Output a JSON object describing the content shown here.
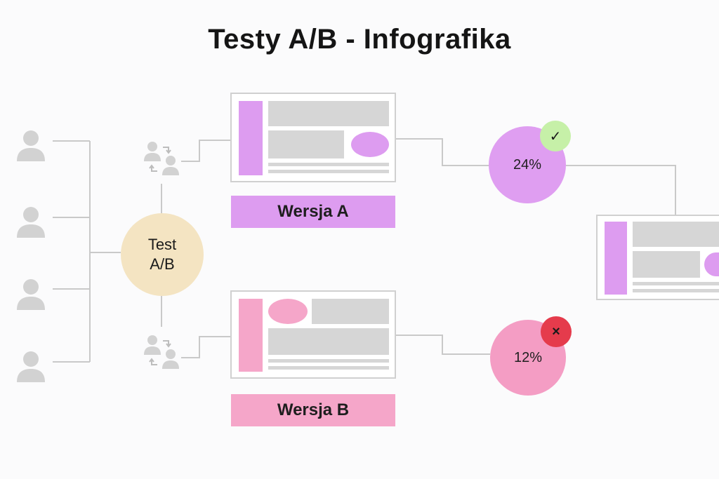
{
  "title": "Testy A/B - Infografika",
  "hub": {
    "line1": "Test",
    "line2": "A/B"
  },
  "variants": [
    {
      "label": "Wersja A",
      "result": "24%",
      "status": "success",
      "status_glyph": "✓"
    },
    {
      "label": "Wersja B",
      "result": "12%",
      "status": "fail",
      "status_glyph": "×"
    }
  ],
  "colors": {
    "variant_a": "#dd9cf0",
    "variant_a_circle": "#df9ef1",
    "variant_b": "#f5a6c9",
    "variant_b_circle": "#f49dc4",
    "hub": "#f4e4c2",
    "success_badge": "#c6f0a8",
    "fail_badge": "#e53b4c",
    "placeholder_gray": "#d6d6d6",
    "connector": "#c9c9c9",
    "user_icon": "#d2d2d2"
  },
  "icons": {
    "user": "user-icon",
    "swap": "users-swap-icon",
    "success": "check-icon",
    "fail": "close-icon"
  }
}
